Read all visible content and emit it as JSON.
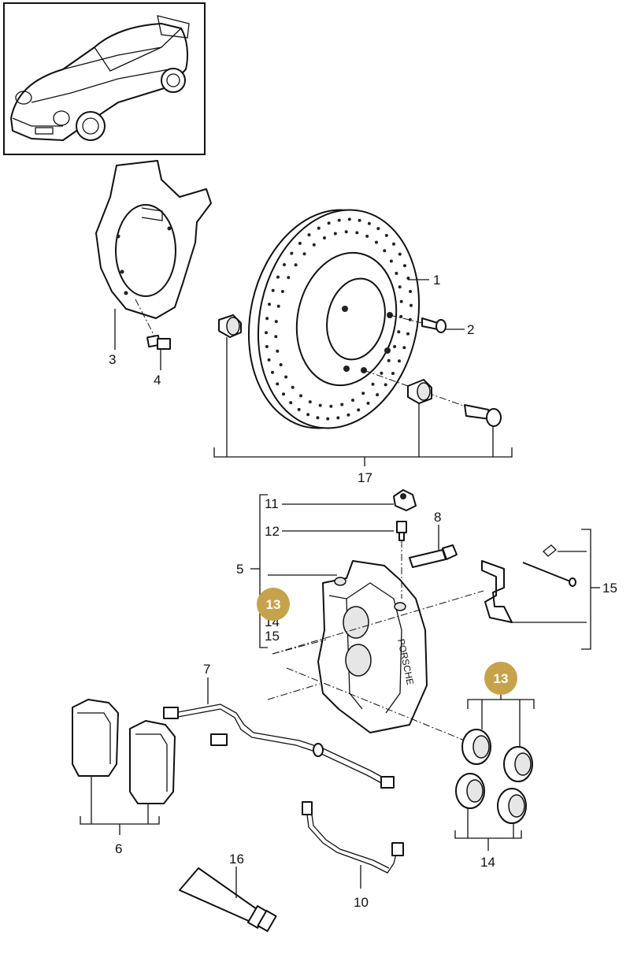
{
  "labels": {
    "p1": "1",
    "p2": "2",
    "p3": "3",
    "p4": "4",
    "p5": "5",
    "p6": "6",
    "p7": "7",
    "p8": "8",
    "p10": "10",
    "p11": "11",
    "p12": "12",
    "p14a": "14",
    "p14b": "14",
    "p15a": "15",
    "p15b": "15",
    "p16": "16",
    "p17": "17"
  },
  "badges": {
    "b1": "13",
    "b2": "13"
  },
  "caliper_text": "PORSCHE",
  "colors": {
    "badge": "#c6a24a",
    "line": "#111111"
  }
}
